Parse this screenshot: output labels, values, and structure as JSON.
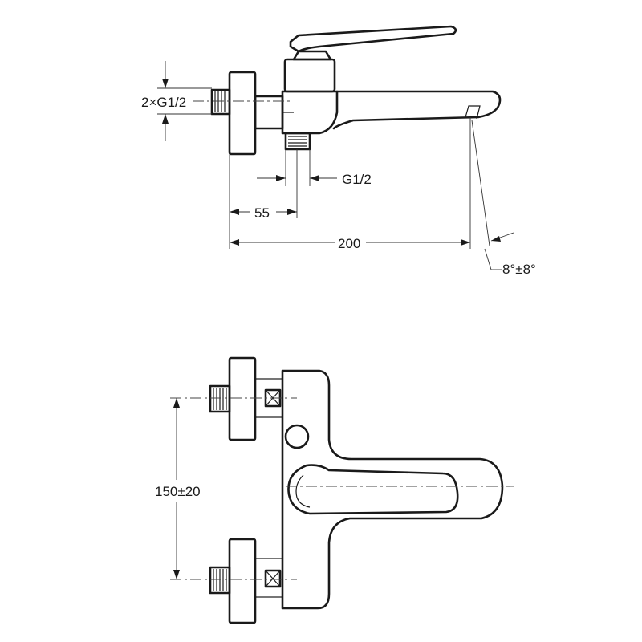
{
  "dimensions": {
    "inlet_thread": "2×G1/2",
    "outlet_thread": "G1/2",
    "inlet_to_outlet": "55",
    "overall_length": "200",
    "spout_angle": "8°±8°",
    "inlet_spacing": "150±20"
  }
}
